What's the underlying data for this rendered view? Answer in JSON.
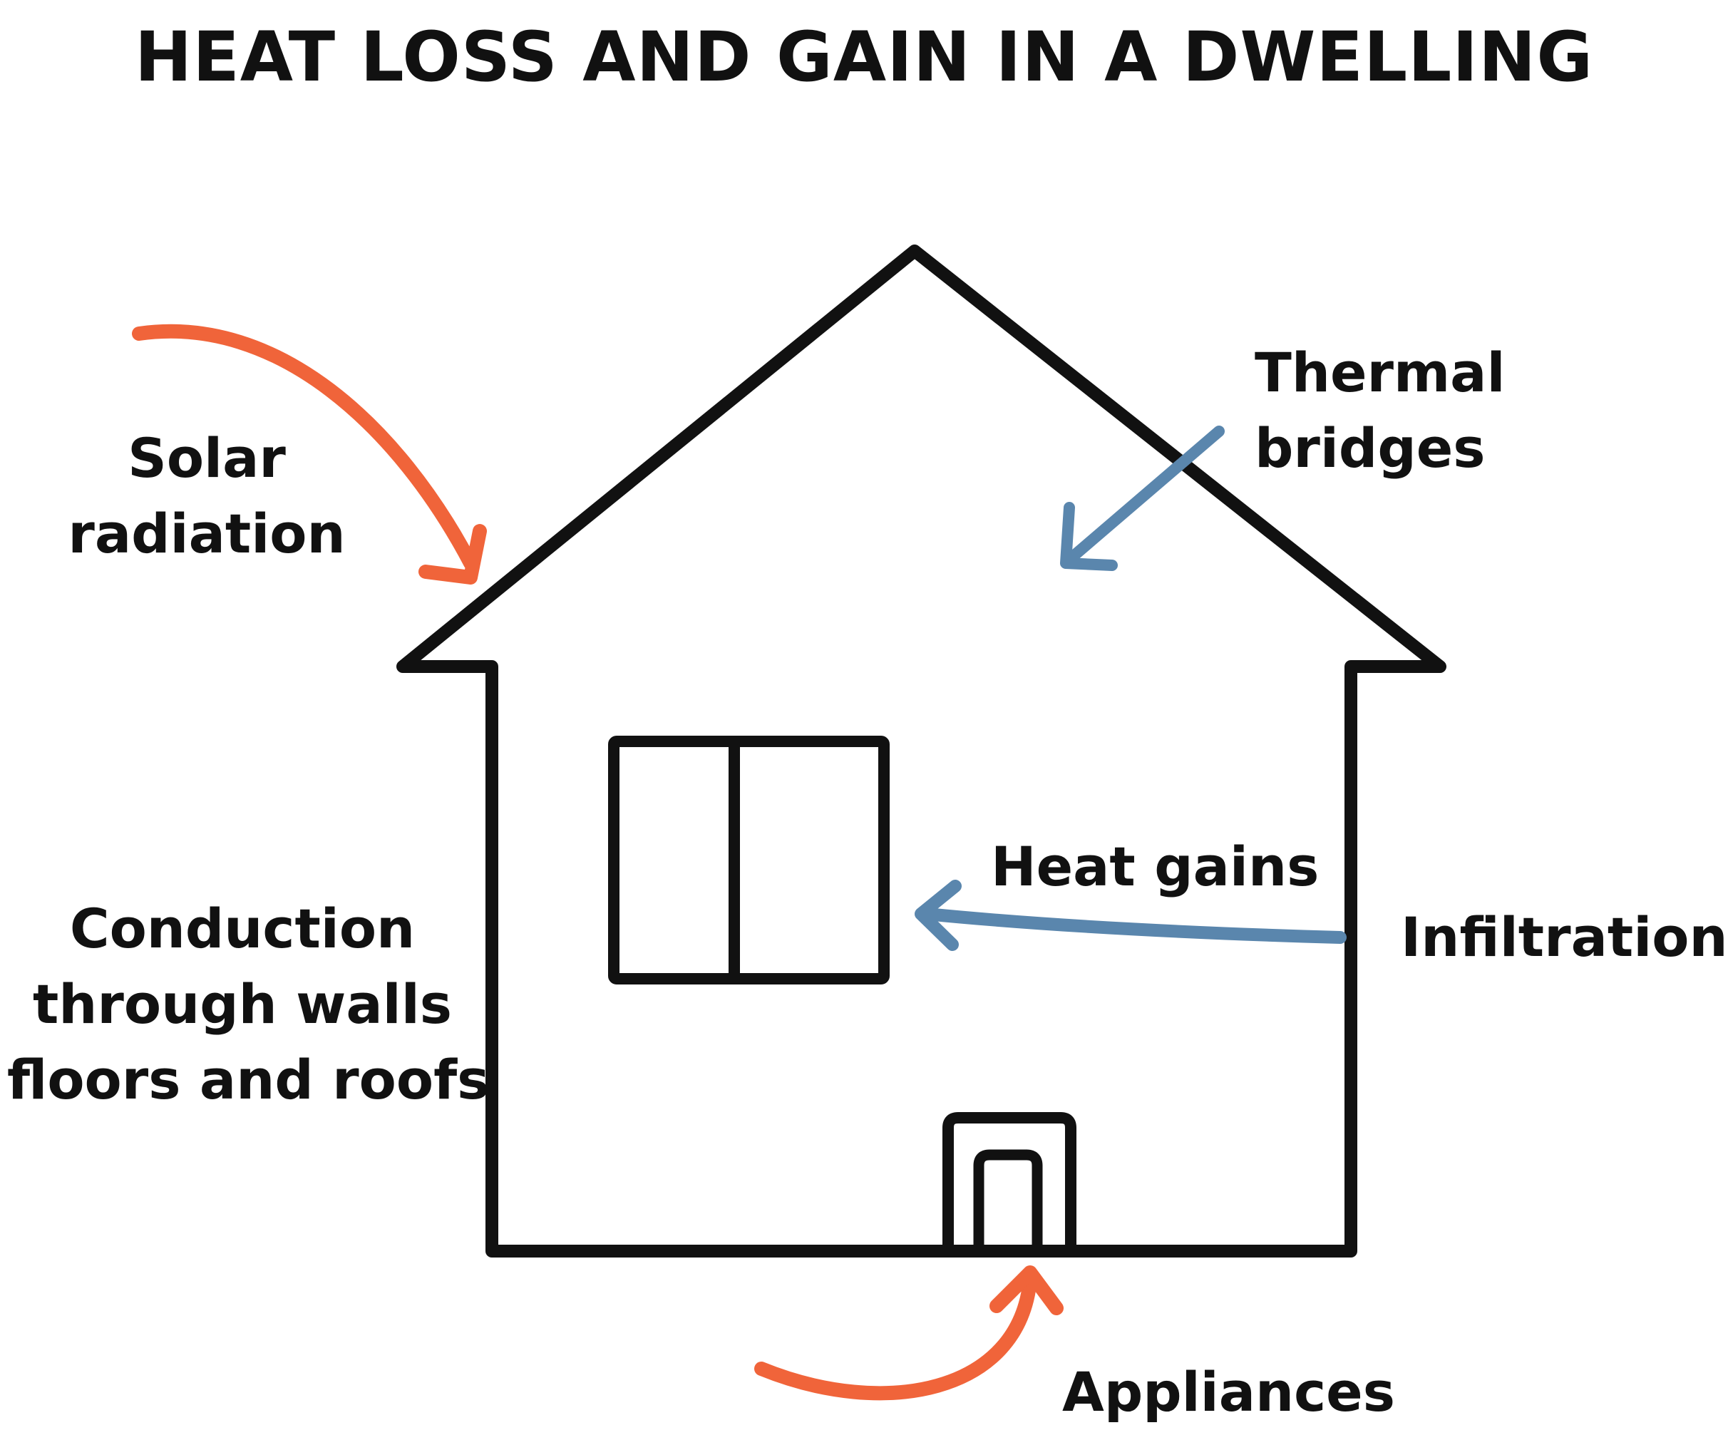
{
  "title": "HEAT LOSS AND GAIN IN A DWELLING",
  "labels": {
    "solar_radiation": [
      "Solar",
      "radiation"
    ],
    "thermal_bridges": [
      "Thermal",
      "bridges"
    ],
    "heat_gains": "Heat gains",
    "infiltration": "Infiltration",
    "conduction": [
      "Conduction",
      "through walls",
      "floors and roofs"
    ],
    "appliances": "Appliances"
  },
  "colors": {
    "outline": "#111111",
    "warm_arrow": "#f0643a",
    "cool_arrow": "#5a86ad"
  },
  "icons": {
    "house": "house-outline-icon",
    "window": "window-icon",
    "appliance": "appliance-icon"
  }
}
